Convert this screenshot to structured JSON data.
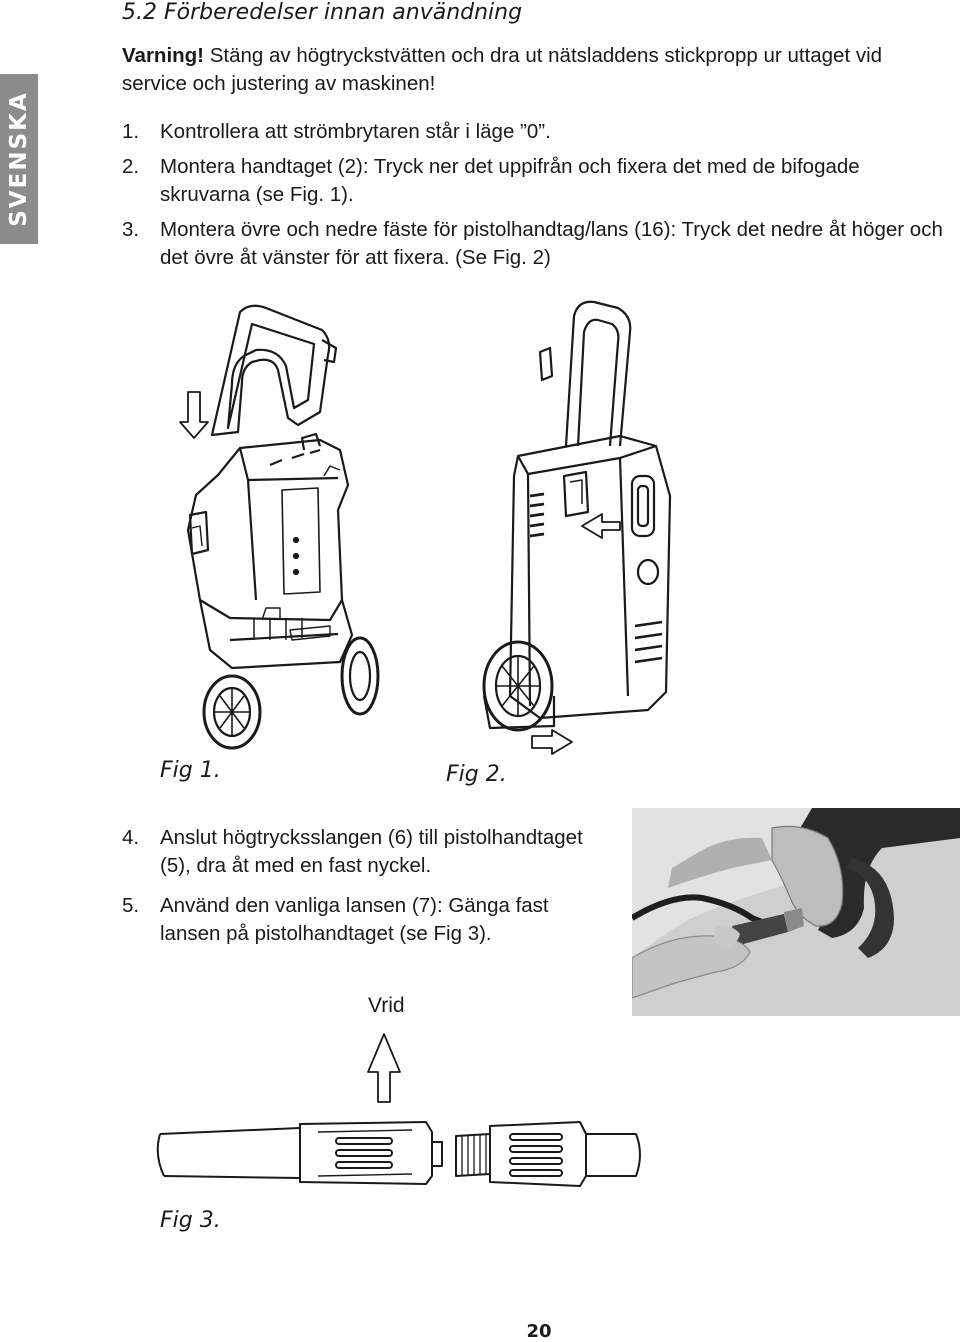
{
  "side_tab": {
    "label": "SVENSKA"
  },
  "section": {
    "title": "5.2 Förberedelser innan användning"
  },
  "warning": {
    "label": "Varning!",
    "text": " Stäng av högtryckstvätten och dra ut nätsladdens stickpropp ur uttaget vid service och justering av maskinen!"
  },
  "steps_top": [
    {
      "num": "1.",
      "text": "Kontrollera att strömbrytaren står i läge ”0”."
    },
    {
      "num": "2.",
      "text": "Montera handtaget (2): Tryck ner det uppifrån och fixera det med de bifogade skruvarna (se Fig. 1)."
    },
    {
      "num": "3.",
      "text": "Montera övre och nedre fäste för pistolhandtag/lans (16): Tryck det nedre åt höger och det övre åt vänster för att fixera. (Se Fig. 2)"
    }
  ],
  "figures": {
    "fig1": "Fig 1.",
    "fig2": "Fig 2.",
    "fig3": "Fig 3."
  },
  "steps_bottom": [
    {
      "num": "4.",
      "text": "Anslut högtrycksslangen (6) till pistolhandtaget (5), dra åt med en fast nyckel."
    },
    {
      "num": "5.",
      "text": "Använd den vanliga lansen (7): Gänga fast lansen på pistolhandtaget (se Fig 3)."
    }
  ],
  "fig3_caption": "Vrid",
  "page_number": "20"
}
